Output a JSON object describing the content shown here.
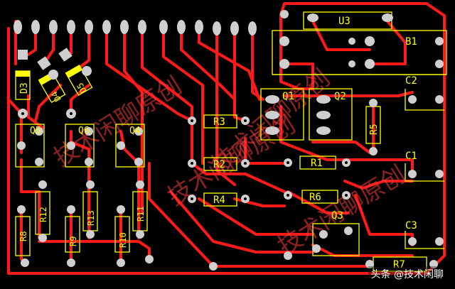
{
  "watermarks": [
    "技术闲聊原创",
    "技术闲聊原创",
    "技术闲聊原创",
    "技术闲聊原创"
  ],
  "credit": "头条 @技术闲聊",
  "components": {
    "U3": "U3",
    "B1": "B1",
    "C2": "C2",
    "Q1": "Q1",
    "Q2": "Q2",
    "R5": "R5",
    "R3": "R3",
    "R2": "R2",
    "R4": "R4",
    "R1": "R1",
    "C1": "C1",
    "R6": "R6",
    "Q3": "Q3",
    "C3": "C3",
    "R7": "R7",
    "D3": "D3",
    "D4": "D4",
    "D5": "D5",
    "Q5": "Q5",
    "Q6": "Q6",
    "Q4": "Q4",
    "R12": "R12",
    "R13": "R13",
    "R11": "R11",
    "R8": "R8",
    "R9": "R9",
    "R10": "R10"
  },
  "colors": {
    "trace": "#ff1a1a",
    "pad": "#cfcfcf",
    "silk": "#ffff00",
    "board": "#000000"
  }
}
